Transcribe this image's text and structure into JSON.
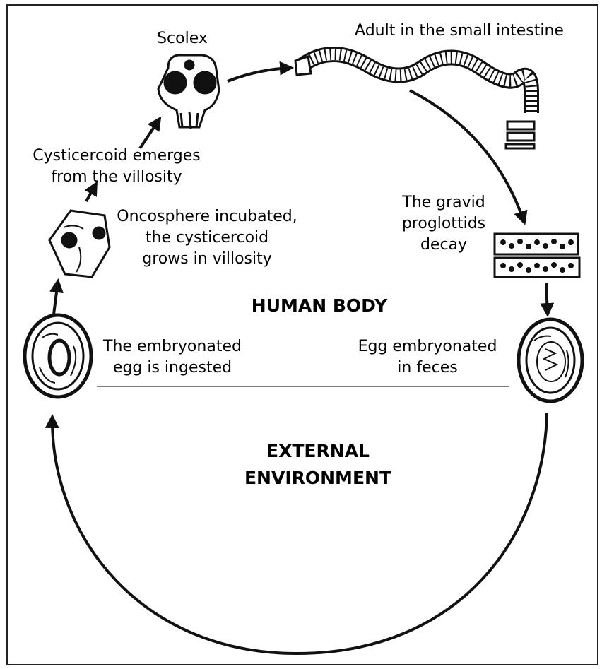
{
  "labels": {
    "scolex": "Scolex",
    "adult": "Adult in the small intestine",
    "cysticercoid_emerges": "Cysticercoid emerges\nfrom the villosity",
    "oncosphere": "Oncosphere incubated,\nthe cysticercoid\ngrows in villosity",
    "gravid": "The gravid\nproglottids\ndecay",
    "egg_ingested": "The embryonated\negg is ingested",
    "egg_feces": "Egg embryonated\nin feces"
  },
  "zones": {
    "human_body": "HUMAN BODY",
    "external": "EXTERNAL\nENVIRONMENT"
  },
  "colors": {
    "ink": "#111111",
    "divider": "#555555",
    "background": "#ffffff"
  },
  "icons": [
    "scolex-icon",
    "adult-worm-icon",
    "cysticercoid-icon",
    "proglottids-icon",
    "egg-icon"
  ]
}
